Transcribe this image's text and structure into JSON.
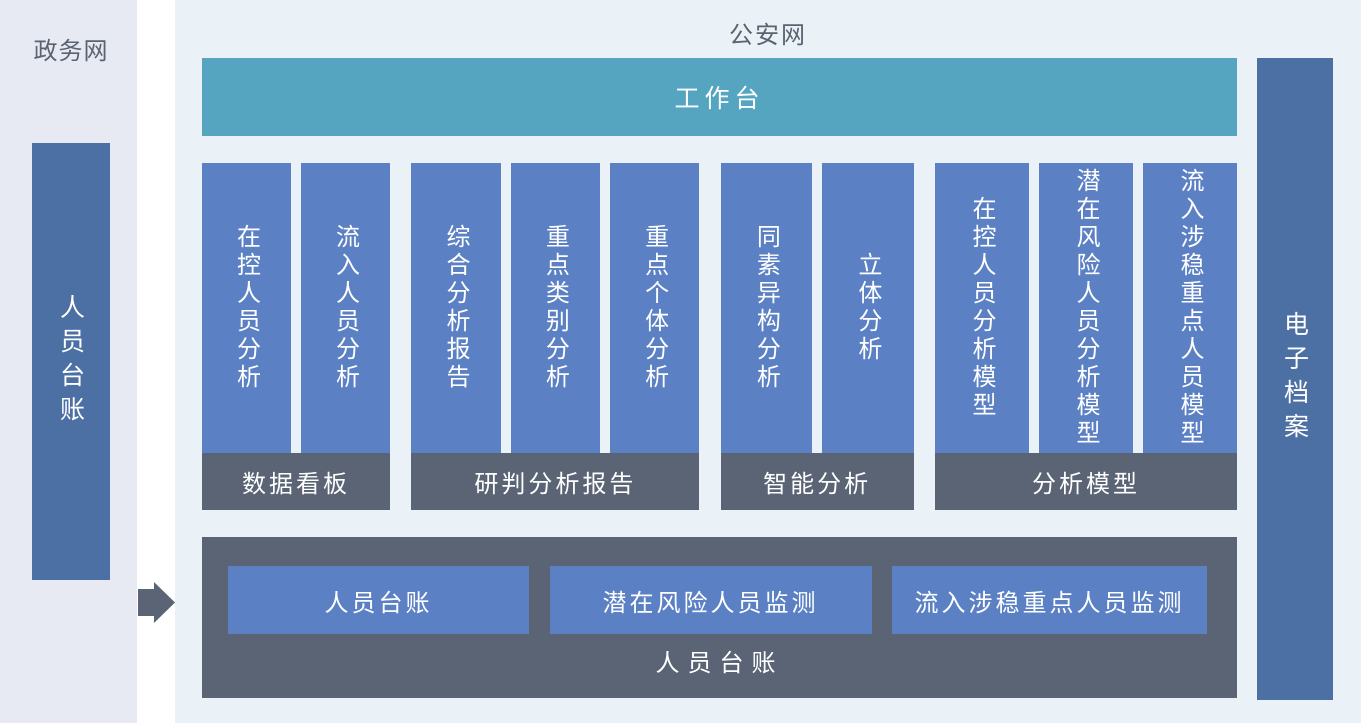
{
  "left_panel": {
    "title": "政务网",
    "bar_label": "人员台账"
  },
  "main_panel": {
    "title": "公安网",
    "workbench_label": "工作台",
    "groups": [
      {
        "footer": "数据看板",
        "bars": [
          "在控人员分析",
          "流入人员分析"
        ]
      },
      {
        "footer": "研判分析报告",
        "bars": [
          "综合分析报告",
          "重点类别分析",
          "重点个体分析"
        ]
      },
      {
        "footer": "智能分析",
        "bars": [
          "同素异构分析",
          "立体分析"
        ]
      },
      {
        "footer": "分析模型",
        "bars": [
          "在控人员分析模型",
          "潜在风险人员分析模型",
          "流入涉稳重点人员模型"
        ]
      }
    ],
    "bottom_box": {
      "label": "人员台账",
      "buttons": [
        "人员台账",
        "潜在风险人员监测",
        "流入涉稳重点人员监测"
      ]
    },
    "right_bar_label": "电子档案"
  },
  "icons": {
    "flow_arrow": "right-block-arrow"
  },
  "colors": {
    "left_panel_bg": "#e8eaf3",
    "main_panel_bg": "#ebf2f7",
    "workbench_teal": "#55a5c1",
    "module_blue": "#5b81c4",
    "side_bar_blue": "#4c70a3",
    "dark_slate": "#5a6474",
    "title_text": "#5a6470",
    "bar_text": "#ffffff"
  }
}
